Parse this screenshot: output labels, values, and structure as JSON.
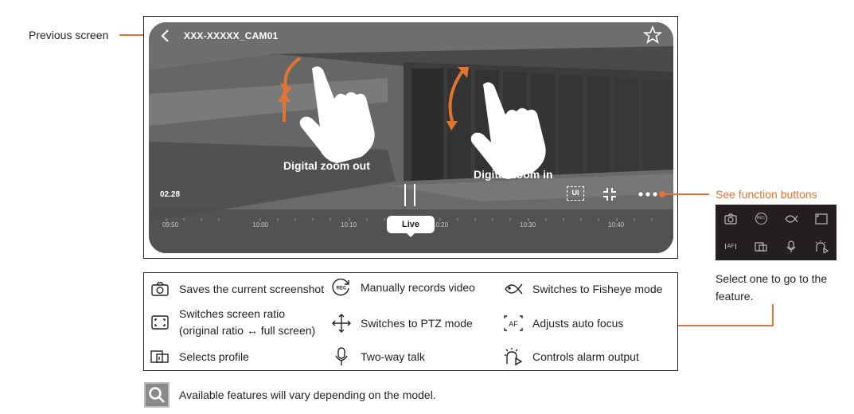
{
  "callouts": {
    "previous_screen": "Previous screen",
    "see_function_buttons": "See function buttons",
    "select_one": "Select one to go to the feature."
  },
  "screen": {
    "camera_name": "XXX-XXXXX_CAM01",
    "current_time": "02.28",
    "zoom_out_label": "Digital zoom out",
    "zoom_in_label": "Digital zoom in",
    "ui_button": "UI",
    "live_button": "Live",
    "timeline_ticks": [
      "09:50",
      "10:00",
      "10:10",
      "10:20",
      "10:30",
      "10:40"
    ],
    "icons": [
      "back-icon",
      "star-icon",
      "ui-icon",
      "fullscreen-exit-icon",
      "more-icon"
    ]
  },
  "function_panel": {
    "icons": [
      "camera-icon",
      "rec-icon",
      "fisheye-icon",
      "screen-ratio-icon",
      "autofocus-icon",
      "profile-icon",
      "microphone-icon",
      "alarm-icon"
    ],
    "rec_text": "REC",
    "af_text": "AF"
  },
  "legend": {
    "screenshot": "Saves the current screenshot",
    "record": "Manually records video",
    "fisheye": "Switches to Fisheye mode",
    "ratio_line1": "Switches screen ratio",
    "ratio_line2": "(original ratio ↔ full screen)",
    "ptz": "Switches to PTZ mode",
    "autofocus": "Adjusts auto focus",
    "profile": "Selects profile",
    "talk": "Two-way talk",
    "alarm": "Controls alarm output"
  },
  "note": "Available features will vary depending on the model.",
  "colors": {
    "accent": "#e07434",
    "ink": "#231f20",
    "screen_bg": "#5a5a5a"
  }
}
